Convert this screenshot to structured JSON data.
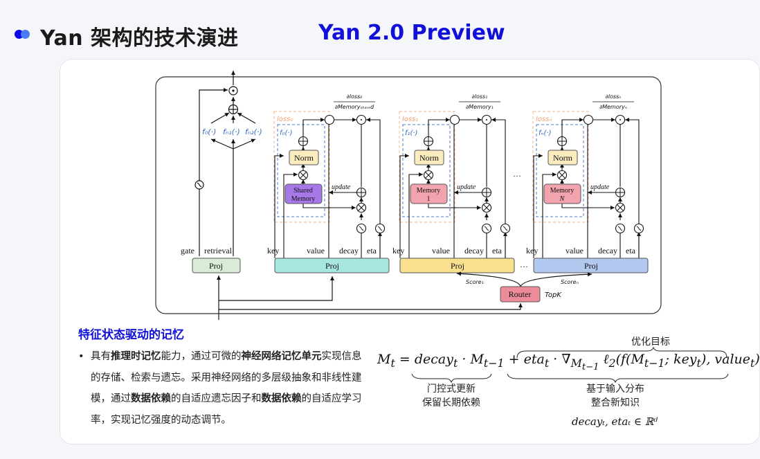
{
  "header": {
    "title": "Yan 架构的技术演进",
    "subtitle": "Yan 2.0 Preview",
    "accent_color": "#1010d8"
  },
  "diagram": {
    "gate_label": "gate",
    "retrieval_label": "retrieval",
    "proj_label": "Proj",
    "branch_functions": [
      "f₀(·)",
      "fₙ₁(·)",
      "fₙ₂(·)"
    ],
    "modules": [
      {
        "loss": "loss₀",
        "func": "f₀(·)",
        "memory": "Shared Memory",
        "memory_line1": "Shared",
        "memory_line2": "Memory",
        "grad_num": "∂loss₀",
        "grad_den": "∂Memoryₛₕₐᵣₑd",
        "proj_color": "#a8e6e2",
        "mem_color": "#a678e8"
      },
      {
        "loss": "loss₁",
        "func": "f₁(·)",
        "memory": "Memory 1",
        "memory_line1": "Memory",
        "memory_line2": "1",
        "grad_num": "∂loss₁",
        "grad_den": "∂Memory₁",
        "proj_color": "#f8e08e",
        "mem_color": "#f2a3ae"
      },
      {
        "loss": "lossₙ",
        "func": "fₙ(·)",
        "memory": "Memory N",
        "memory_line1": "Memory",
        "memory_line2": "N",
        "grad_num": "∂lossₙ",
        "grad_den": "∂Memoryₙ",
        "proj_color": "#b3c8ee",
        "mem_color": "#f2a3ae"
      }
    ],
    "norm_label": "Norm",
    "update_label": "update",
    "io_labels": {
      "key": "key",
      "value": "value",
      "decay": "decay",
      "eta": "eta"
    },
    "ellipsis": "···",
    "router_label": "Router",
    "topk_label": "TopK",
    "score_first": "Score₁",
    "score_last": "Scoreₙ"
  },
  "body": {
    "section_title": "特征状态驱动的记忆",
    "bullet": "•",
    "para_parts": [
      {
        "t": "具有",
        "b": false
      },
      {
        "t": "推理时记忆",
        "b": true
      },
      {
        "t": "能力，通过可微的",
        "b": false
      },
      {
        "t": "神经网络记忆单元",
        "b": true
      },
      {
        "t": "实现信息的存储、检索与遗忘。采用神经网络的多层级抽象和非线性建模，通过",
        "b": false
      },
      {
        "t": "数据依赖",
        "b": true
      },
      {
        "t": "的自适应遗忘因子和",
        "b": false
      },
      {
        "t": "数据依赖",
        "b": true
      },
      {
        "t": "的自适应学习率，实现记忆强度的动态调节。",
        "b": false
      }
    ]
  },
  "formula": {
    "text": "Mₜ = decayₜ · Mₜ₋₁ + etaₜ · ∇Mₜ₋₁ ℓ₂(f(Mₜ₋₁; keyₜ), valueₜ)",
    "lhs": "M",
    "term1": "decay",
    "term2": "eta",
    "objective_label": "优化目标",
    "left_note_1": "门控式更新",
    "left_note_2": "保留长期依赖",
    "right_note_1": "基于输入分布",
    "right_note_2": "整合新知识",
    "set_text": "decayₜ, etaₜ ∈ ℝᵈ"
  }
}
